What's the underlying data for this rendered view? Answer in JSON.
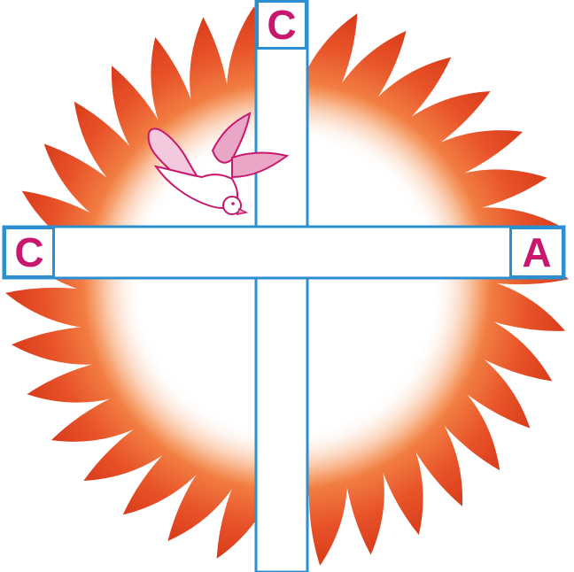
{
  "logo": {
    "letters": {
      "top": "C",
      "left": "C",
      "right": "A"
    },
    "symbols": {
      "cross": "cross-icon",
      "dove": "dove-icon",
      "flames": "flame-ring-icon"
    },
    "colors": {
      "flame_outer": "#e0401e",
      "flame_mid": "#f07a3a",
      "flame_glow": "#ffffff",
      "cross_outline": "#2e8fd0",
      "cross_fill": "#ffffff",
      "letter": "#c8186e",
      "dove_outline": "#c8186e",
      "dove_wing": "#e9a6c6"
    }
  }
}
